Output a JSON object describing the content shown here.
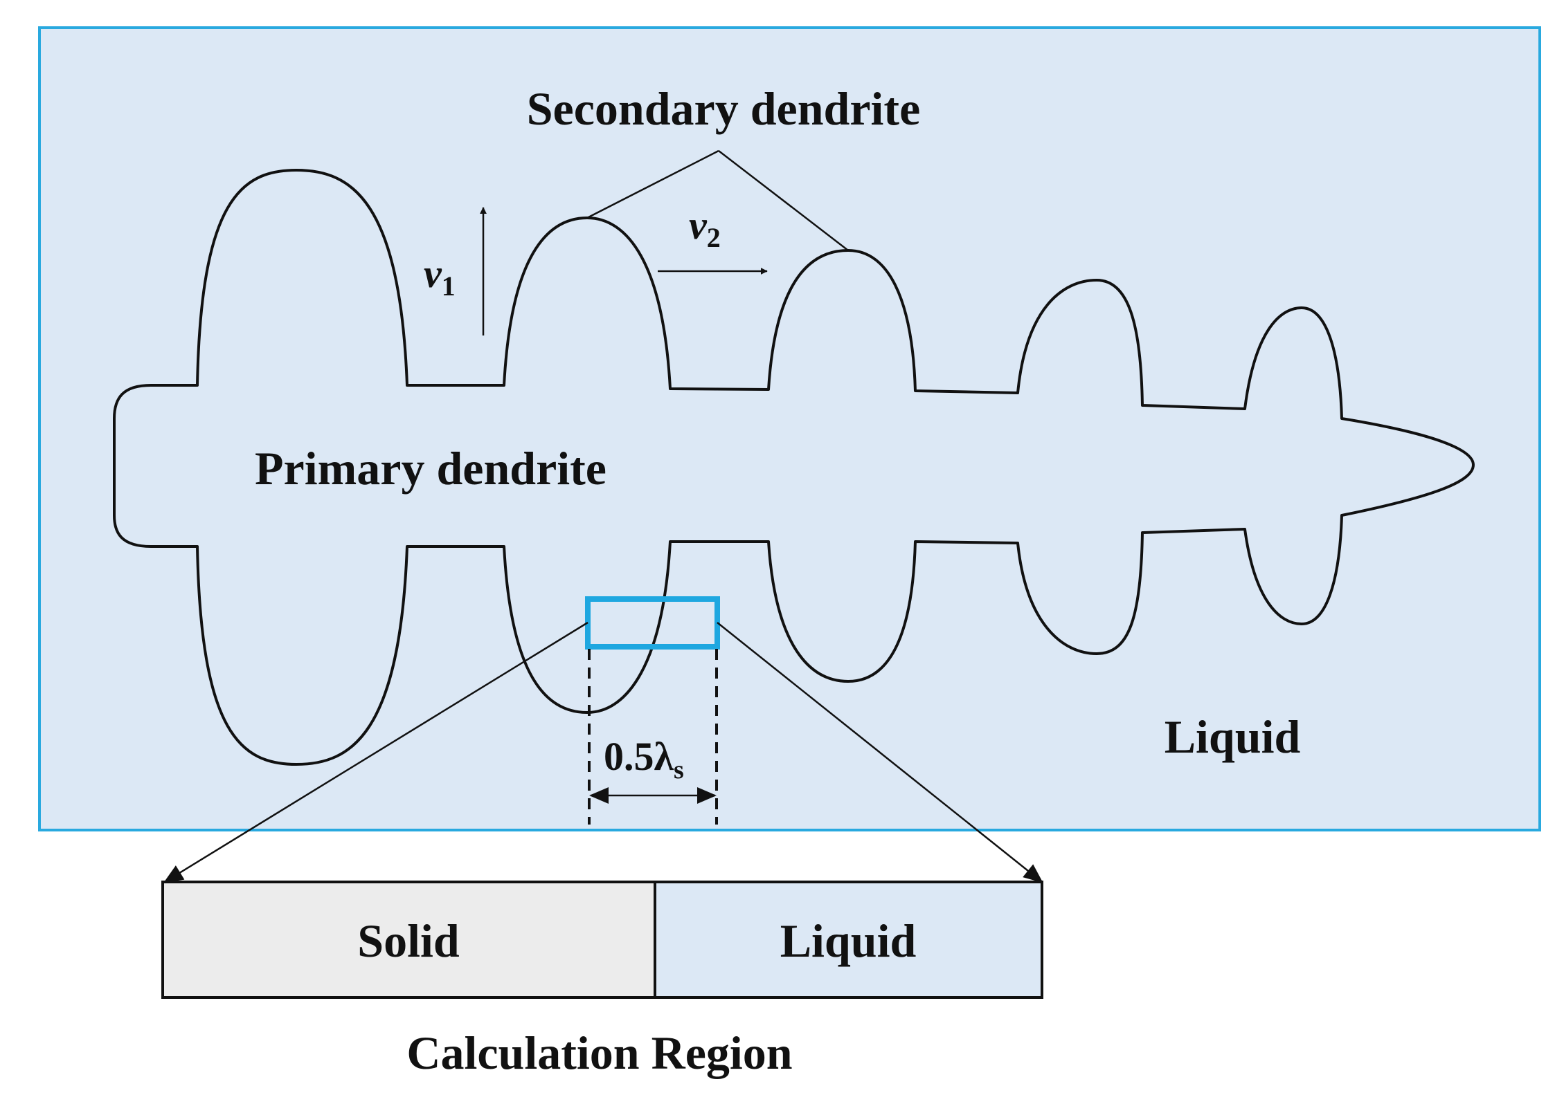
{
  "labels": {
    "secondary_dendrite": "Secondary dendrite",
    "primary_dendrite": "Primary dendrite",
    "liquid_domain": "Liquid",
    "v1_symbol": "v",
    "v1_subscript": "1",
    "v2_symbol": "v",
    "v2_subscript": "2",
    "spacing_value": "0.5λ",
    "spacing_subscript": "s",
    "solid_region": "Solid",
    "liquid_region": "Liquid",
    "caption": "Calculation Region"
  },
  "colors": {
    "liquid_fill": "#dce8f5",
    "domain_border": "#29a9df",
    "dendrite_fill": "#ececec",
    "highlight_box": "#1ea7e0",
    "ink": "#111111"
  }
}
